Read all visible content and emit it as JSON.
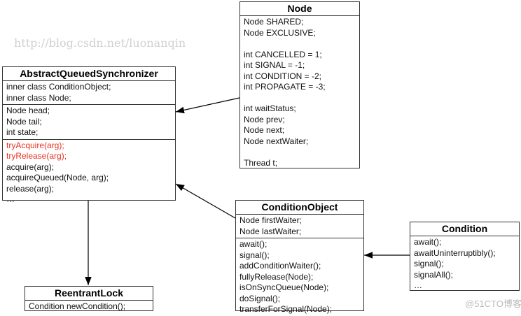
{
  "node": {
    "title": "Node",
    "sections": [
      [
        "Node SHARED;",
        "Node EXCLUSIVE;",
        "",
        "int CANCELLED = 1;",
        "int SIGNAL = -1;",
        "int CONDITION = -2;",
        "int PROPAGATE = -3;",
        "",
        "int waitStatus;",
        "Node prev;",
        "Node next;",
        "Node nextWaiter;",
        "",
        "Thread t;"
      ]
    ]
  },
  "aqs": {
    "title": "AbstractQueuedSynchronizer",
    "sections": [
      [
        "inner class ConditionObject;",
        "inner class Node;"
      ],
      [
        "Node head;",
        "Node tail;",
        "int state;"
      ],
      [
        "tryAcquire(arg);",
        "tryRelease(arg);",
        "acquire(arg);",
        "acquireQueued(Node, arg);",
        "release(arg);",
        "…"
      ]
    ],
    "highlight_color": "#e8321e"
  },
  "condition_object": {
    "title": "ConditionObject",
    "sections": [
      [
        "Node firstWaiter;",
        "Node lastWaiter;"
      ],
      [
        "await();",
        "signal();",
        "addConditionWaiter();",
        "fullyRelease(Node);",
        "isOnSyncQueue(Node);",
        "doSignal();",
        "transferForSignal(Node);"
      ]
    ]
  },
  "condition": {
    "title": "Condition",
    "sections": [
      [
        "await();",
        "awaitUninterruptibly();",
        "signal();",
        "signalAll();",
        "…"
      ]
    ]
  },
  "reentrant_lock": {
    "title": "ReentrantLock",
    "sections": [
      [
        "Condition newCondition();"
      ]
    ]
  },
  "watermark": "http://blog.csdn.net/luonanqin",
  "corner_watermark": "@51CTO博客"
}
